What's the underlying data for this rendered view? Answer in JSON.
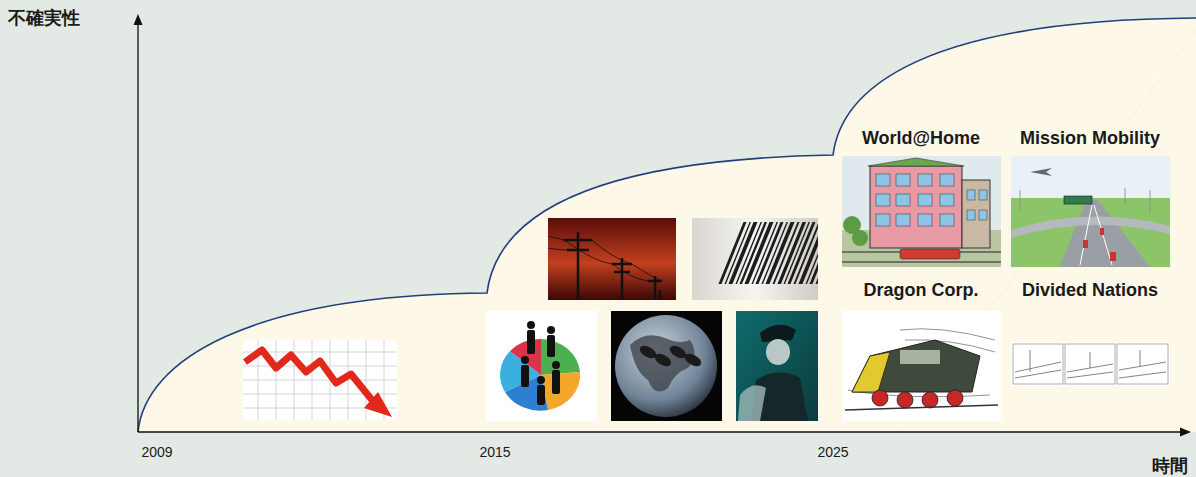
{
  "diagram": {
    "labels": [
      "不確実性",
      "2009",
      "2015",
      "2025",
      "時間",
      "World@Home",
      "Mission Mobility",
      "Dragon Corp.",
      "Divided Nations"
    ]
  }
}
